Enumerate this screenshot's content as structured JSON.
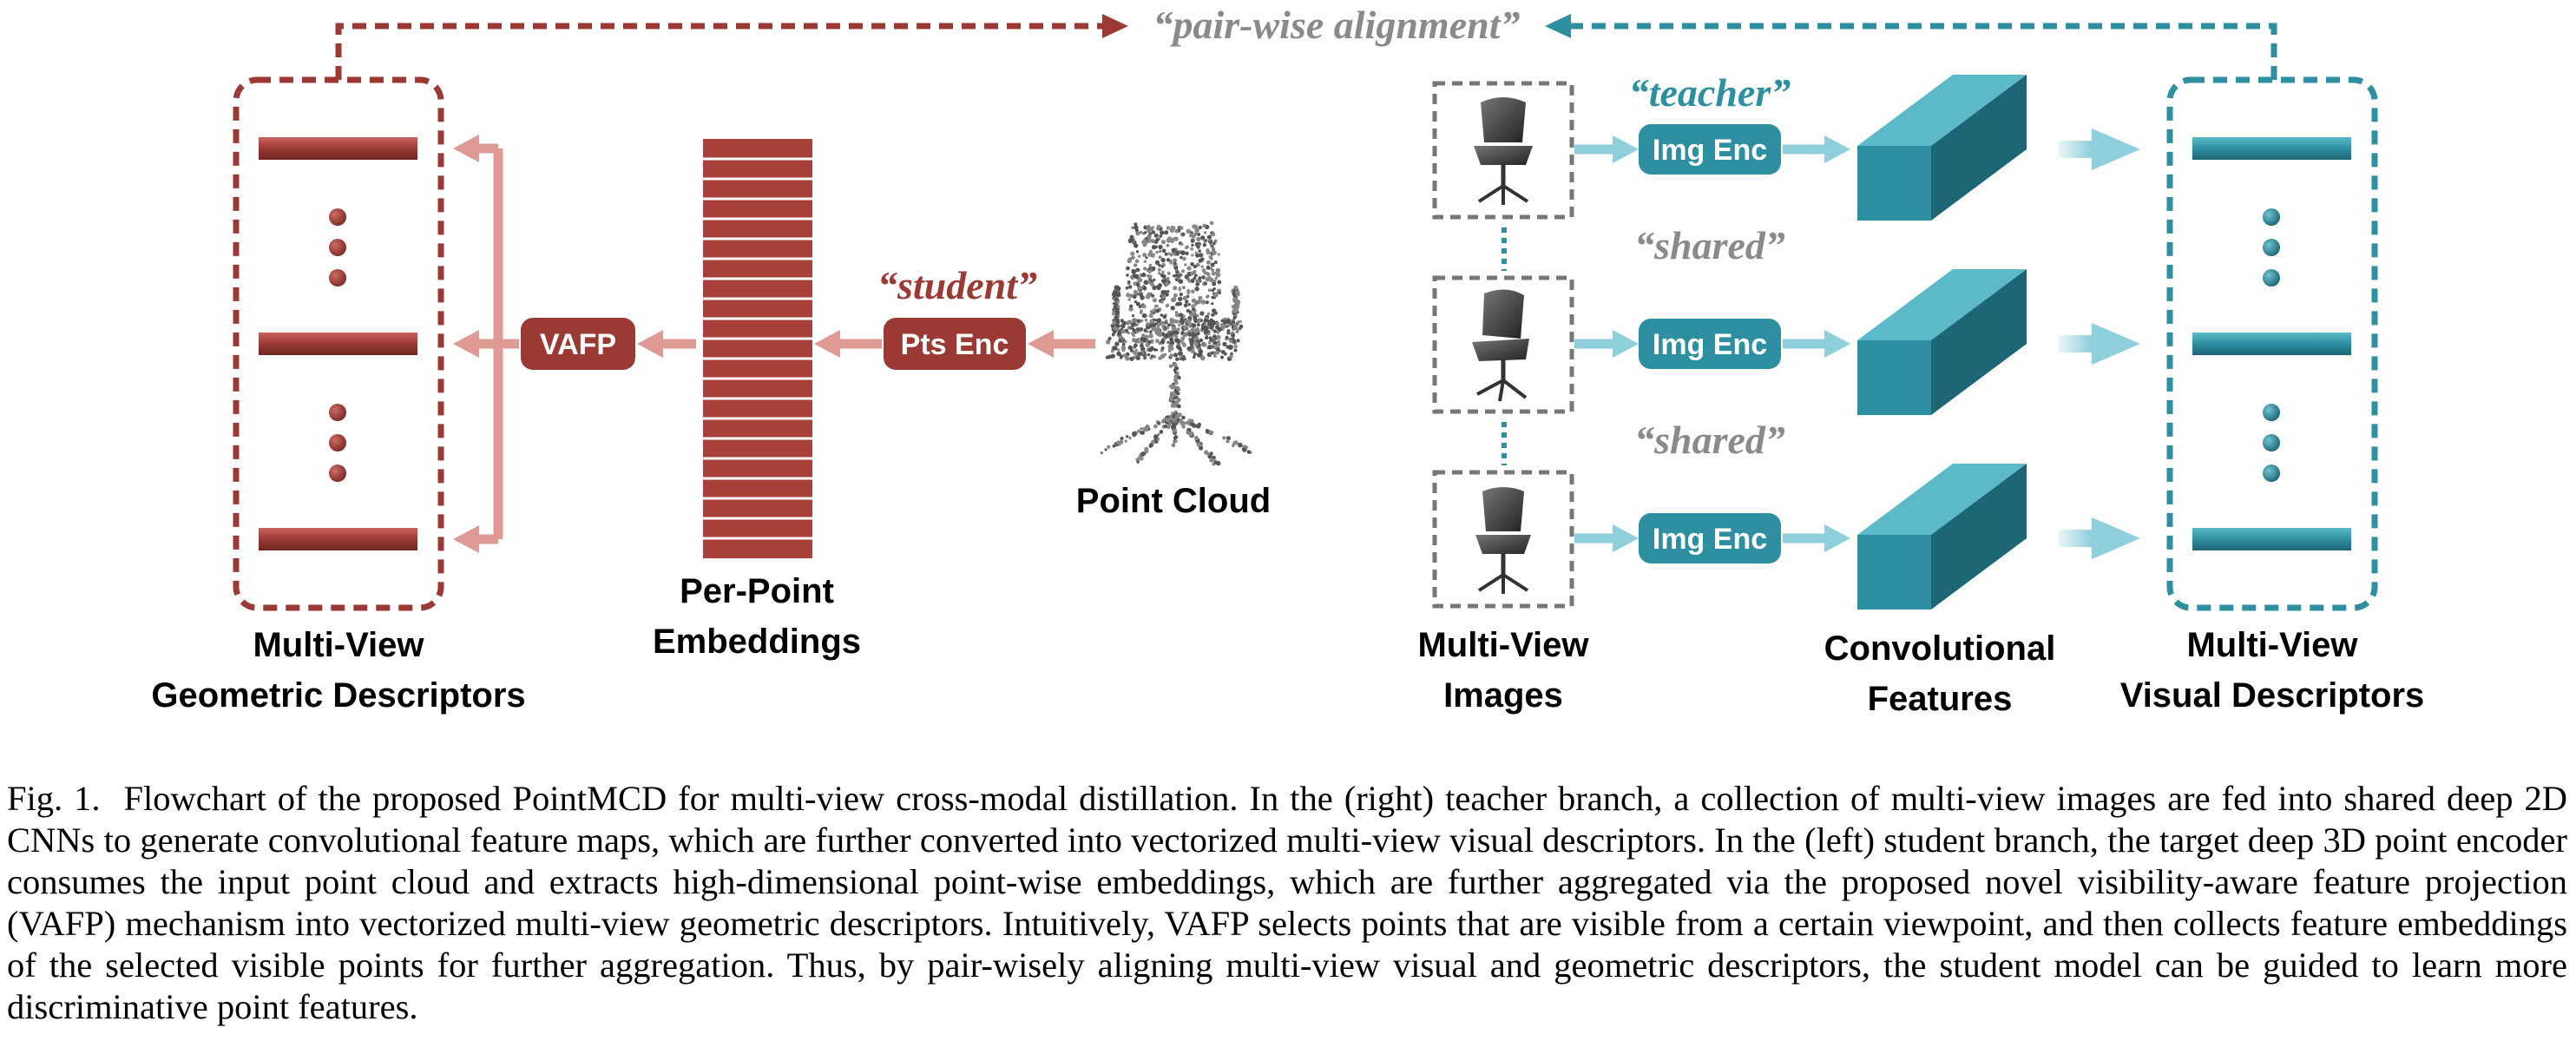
{
  "labels": {
    "pair_wise": "“pair-wise alignment”",
    "teacher": "“teacher”",
    "shared_1": "“shared”",
    "shared_2": "“shared”",
    "student": "“student”",
    "vafp": "VAFP",
    "pts_enc": "Pts Enc",
    "img_enc_1": "Img Enc",
    "img_enc_2": "Img Enc",
    "img_enc_3": "Img Enc",
    "point_cloud": "Point Cloud",
    "per_point_1": "Per-Point",
    "per_point_2": "Embeddings",
    "mv_geo_1": "Multi-View",
    "mv_geo_2": "Geometric Descriptors",
    "mv_img_1": "Multi-View",
    "mv_img_2": "Images",
    "conv_1": "Convolutional",
    "conv_2": "Features",
    "mv_vis_1": "Multi-View",
    "mv_vis_2": "Visual Descriptors"
  },
  "colors": {
    "student_red": "#9b3a35",
    "student_arrow": "#e09a95",
    "teacher_teal": "#2e8fa0",
    "teacher_arrow": "#8fcfdc",
    "gray_text": "#8a8a8a"
  },
  "caption": {
    "fig_label": "Fig. 1.",
    "text": "Flowchart of the proposed PointMCD for multi-view cross-modal distillation. In the (right) teacher branch, a collection of multi-view images are fed into shared deep 2D CNNs to generate convolutional feature maps, which are further converted into vectorized multi-view visual descriptors. In the (left) student branch, the target deep 3D point encoder consumes the input point cloud and extracts high-dimensional point-wise embeddings, which are further aggregated via the proposed novel visibility-aware feature projection (VAFP) mechanism into vectorized multi-view geometric descriptors. Intuitively, VAFP selects points that are visible from a certain viewpoint, and then collects feature embeddings of the selected visible points for further aggregation. Thus, by pair-wisely aligning multi-view visual and geometric descriptors, the student model can be guided to learn more discriminative point features."
  }
}
